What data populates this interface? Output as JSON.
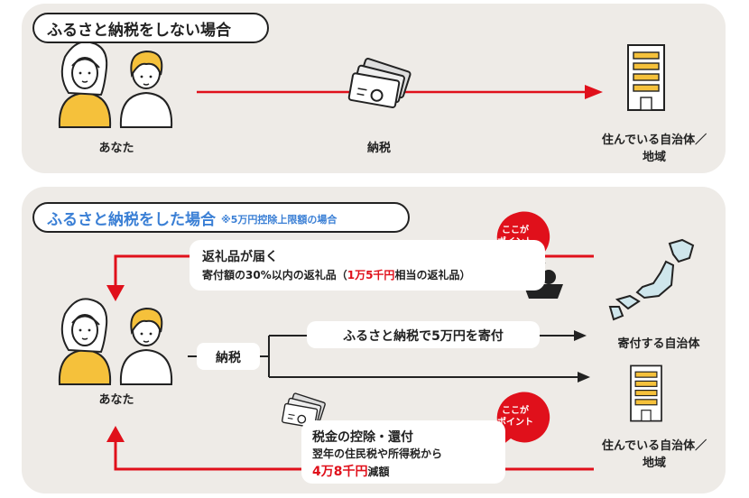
{
  "panel_no": {
    "title": "ふるさと納税をしない場合",
    "person_label": "あなた",
    "tax_label": "納税",
    "municipality_label_line1": "住んでいる自治体／",
    "municipality_label_line2": "地域"
  },
  "panel_yes": {
    "title": "ふるさと納税をした場合",
    "note": "※5万円控除上限額の場合",
    "person_label": "あなた",
    "tax_label": "納税",
    "gift_title": "返礼品が届く",
    "gift_desc_prefix": "寄付額の30%以内の返礼品（",
    "gift_desc_amount": "1万5千円",
    "gift_desc_suffix": "相当の返礼品）",
    "donate_label": "ふるさと納税で5万円を寄付",
    "donate_target_label": "寄付する自治体",
    "deduct_title": "税金の控除・還付",
    "deduct_desc": "翌年の住民税や所得税から",
    "deduct_amount": "4万8千円",
    "deduct_suffix": "減額",
    "municipality_label_line1": "住んでいる自治体／",
    "municipality_label_line2": "地域",
    "point_badge_line1": "ここが",
    "point_badge_line2": "ポイント"
  },
  "colors": {
    "accent_red": "#e0101b",
    "title_blue": "#3a7fd5",
    "panel_bg": "#eeebe7",
    "person_yellow": "#f5c13b"
  },
  "icons": [
    "person-woman-icon",
    "person-man-icon",
    "banknotes-icon",
    "building-icon",
    "japan-map-icon",
    "gift-basket-icon"
  ]
}
